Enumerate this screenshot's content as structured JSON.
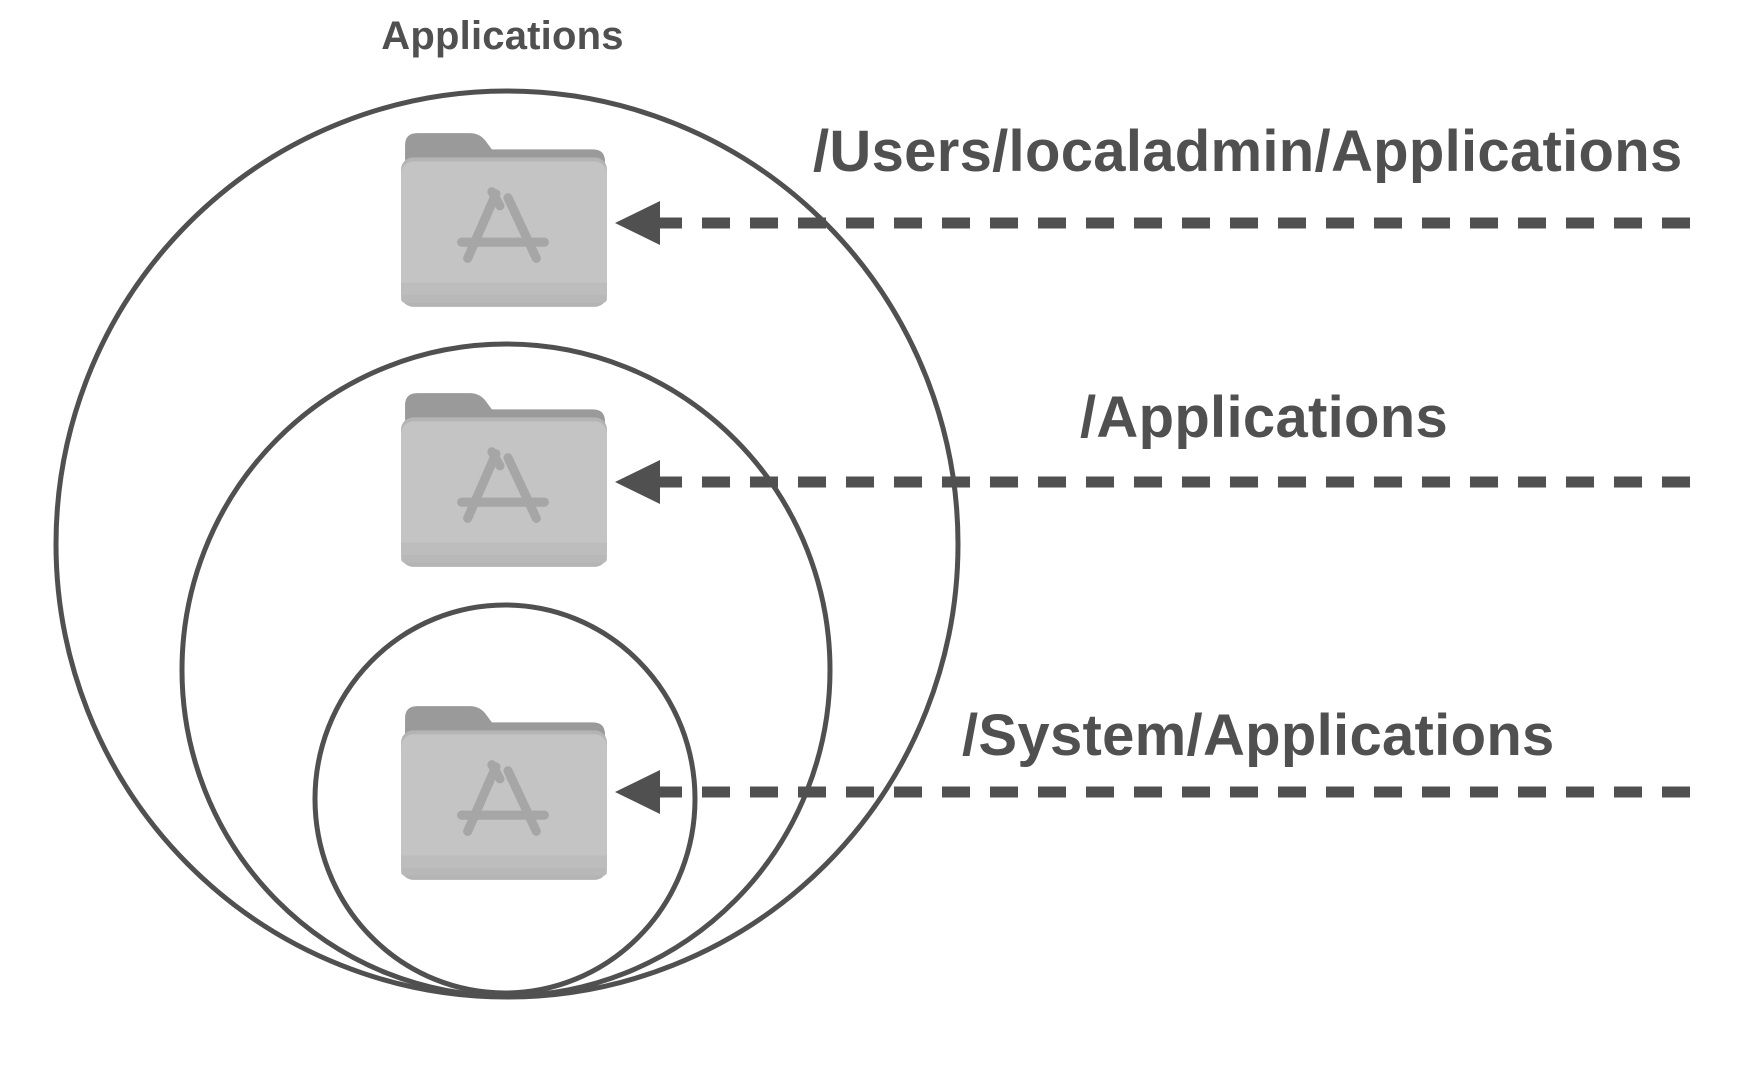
{
  "title": "Applications",
  "colors": {
    "stroke": "#505050",
    "folder_back": "#9a9a9a",
    "folder_front": "#c4c4c4",
    "folder_glyph": "#a6a6a6"
  },
  "icons": {
    "folder": "applications-folder-icon",
    "arrow": "arrow-left-icon"
  },
  "levels": [
    {
      "path": "/Users/localadmin/Applications"
    },
    {
      "path": "/Applications"
    },
    {
      "path": "/System/Applications"
    }
  ]
}
